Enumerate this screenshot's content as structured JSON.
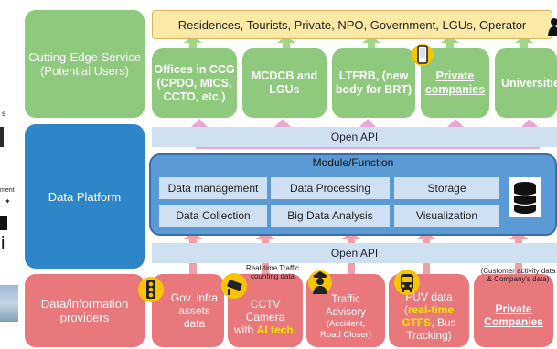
{
  "left_fragments": {
    "f1": "s",
    "f2": "ment",
    "f3": "i"
  },
  "rows": {
    "service": "Cutting-Edge Service (Potential Users)",
    "platform": "Data Platform",
    "providers": "Data/information providers"
  },
  "users_bar": "Residences, Tourists, Private, NPO, Government, LGUs, Operator",
  "users": [
    {
      "label": "Offices in CCG (CPDO, MICS, CCTO, etc.)"
    },
    {
      "label": "MCDCB and LGUs"
    },
    {
      "label": "LTFRB, (new body for BRT)"
    },
    {
      "label": "Private companies"
    },
    {
      "label": "Universities"
    }
  ],
  "api_top": "Open API",
  "api_bottom": "Open API",
  "module": {
    "title": "Module/Function",
    "functions": [
      "Data management",
      "Data Processing",
      "Storage",
      "Data Collection",
      "Big Data Analysis",
      "Visualization"
    ]
  },
  "providers": [
    {
      "line1": "Gov. infra",
      "line2": "assets",
      "line3": "data"
    },
    {
      "line1": "CCTV",
      "line2": "Camera",
      "line3a": "with ",
      "line3b": "AI tech."
    },
    {
      "line1": "Traffic",
      "line2": "Advisory",
      "line3": "(Accident,",
      "line4": "Road Closer)"
    },
    {
      "line1": "PUV data",
      "line2a": "(",
      "line2b": "real-time",
      "line3a": "GTFS",
      "line3b": ", Bus",
      "line4": "Tracking)"
    },
    {
      "line1": "Private",
      "line2": "Companies"
    }
  ],
  "notes": {
    "cctv": "Real-time Traffic counting data",
    "private": "(Customer activity data & Company's data)"
  },
  "colors": {
    "green": "#8fc97d",
    "blue": "#2e86c8",
    "red": "#e8787b",
    "yellow_bar": "#fde9a6",
    "api": "#cfe0f1",
    "highlight": "#ffe600",
    "arrow_green": "#9ed68a",
    "arrow_pink": "#e9a8d4"
  }
}
